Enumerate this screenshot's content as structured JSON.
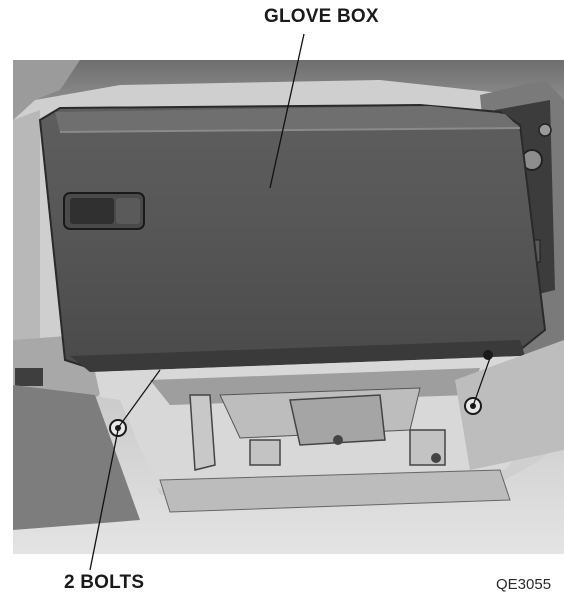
{
  "callouts": {
    "glove_box": "GLOVE BOX",
    "bolts": "2 BOLTS"
  },
  "figure_code": "QE3055",
  "colors": {
    "background": "#ffffff",
    "panel_dark": "#555555",
    "panel_mid": "#8a8a8a",
    "panel_light": "#bdbdbd",
    "leader_line": "#111111"
  }
}
